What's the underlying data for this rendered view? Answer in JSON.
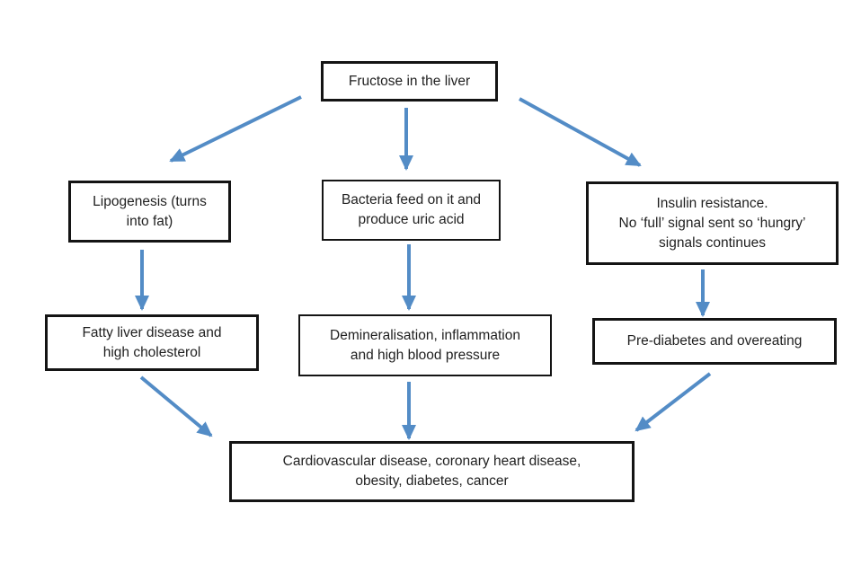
{
  "diagram": {
    "type": "flowchart",
    "nodes": [
      {
        "id": "fructose",
        "label": "Fructose in the liver"
      },
      {
        "id": "lipogenesis",
        "label": "Lipogenesis (turns\ninto fat)"
      },
      {
        "id": "bacteria-uric-acid",
        "label": "Bacteria feed on it and\nproduce uric acid"
      },
      {
        "id": "insulin-resistance",
        "label": "Insulin resistance.\nNo ‘full’ signal sent so ‘hungry’\nsignals continues"
      },
      {
        "id": "fatty-liver",
        "label": "Fatty liver disease and\nhigh cholesterol"
      },
      {
        "id": "demineralisation",
        "label": "Demineralisation, inflammation\nand high blood pressure"
      },
      {
        "id": "pre-diabetes",
        "label": "Pre-diabetes and overeating"
      },
      {
        "id": "cardiovascular",
        "label": "Cardiovascular disease, coronary heart disease,\nobesity, diabetes, cancer"
      }
    ],
    "edges": [
      {
        "from": "fructose",
        "to": "lipogenesis"
      },
      {
        "from": "fructose",
        "to": "bacteria-uric-acid"
      },
      {
        "from": "fructose",
        "to": "insulin-resistance"
      },
      {
        "from": "lipogenesis",
        "to": "fatty-liver"
      },
      {
        "from": "bacteria-uric-acid",
        "to": "demineralisation"
      },
      {
        "from": "insulin-resistance",
        "to": "pre-diabetes"
      },
      {
        "from": "fatty-liver",
        "to": "cardiovascular"
      },
      {
        "from": "demineralisation",
        "to": "cardiovascular"
      },
      {
        "from": "pre-diabetes",
        "to": "cardiovascular"
      }
    ]
  },
  "theme": {
    "arrow-color": "#538cc6",
    "border-color": "#141414",
    "text-color": "#1f1f1f",
    "background": "#ffffff"
  }
}
